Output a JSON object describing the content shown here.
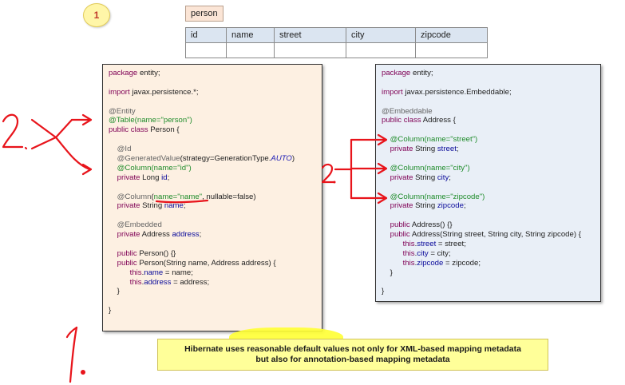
{
  "badge": "1",
  "table_name": "person",
  "table_columns": [
    "id",
    "name",
    "street",
    "city",
    "zipcode"
  ],
  "left_code": [
    [
      {
        "t": "package",
        "c": "kw"
      },
      {
        "t": " entity;"
      }
    ],
    [],
    [
      {
        "t": "import",
        "c": "kw"
      },
      {
        "t": " javax.persistence.*;"
      }
    ],
    [],
    [
      {
        "t": "@Entity",
        "c": "an"
      }
    ],
    [
      {
        "t": "@Table(name=\"person\")",
        "c": "gr"
      }
    ],
    [
      {
        "t": "public class",
        "c": "kw"
      },
      {
        "t": " Person {"
      }
    ],
    [],
    [
      {
        "t": "    @Id",
        "c": "an"
      }
    ],
    [
      {
        "t": "    @GeneratedValue",
        "c": "an"
      },
      {
        "t": "(strategy=GenerationType."
      },
      {
        "t": "AUTO",
        "c": "it"
      },
      {
        "t": ")"
      }
    ],
    [
      {
        "t": "    @Column(name=\"id\")",
        "c": "gr"
      }
    ],
    [
      {
        "t": "    private",
        "c": "kw"
      },
      {
        "t": " Long "
      },
      {
        "t": "id",
        "c": "fd"
      },
      {
        "t": ";"
      }
    ],
    [],
    [
      {
        "t": "    @Column",
        "c": "an"
      },
      {
        "t": "("
      },
      {
        "t": "name=\"name\"",
        "c": "gr"
      },
      {
        "t": ", nullable=false)"
      }
    ],
    [
      {
        "t": "    private",
        "c": "kw"
      },
      {
        "t": " String "
      },
      {
        "t": "name",
        "c": "fd"
      },
      {
        "t": ";"
      }
    ],
    [],
    [
      {
        "t": "    @Embedded",
        "c": "an"
      }
    ],
    [
      {
        "t": "    private",
        "c": "kw"
      },
      {
        "t": " Address "
      },
      {
        "t": "address",
        "c": "fd"
      },
      {
        "t": ";"
      }
    ],
    [],
    [
      {
        "t": "    public",
        "c": "kw"
      },
      {
        "t": " Person() {}"
      }
    ],
    [
      {
        "t": "    public",
        "c": "kw"
      },
      {
        "t": " Person(String name, Address address) {"
      }
    ],
    [
      {
        "t": "          this",
        "c": "kw"
      },
      {
        "t": "."
      },
      {
        "t": "name",
        "c": "fd"
      },
      {
        "t": " = name;"
      }
    ],
    [
      {
        "t": "          this",
        "c": "kw"
      },
      {
        "t": "."
      },
      {
        "t": "address",
        "c": "fd"
      },
      {
        "t": " = address;"
      }
    ],
    [
      {
        "t": "    }"
      }
    ],
    [],
    [
      {
        "t": "}"
      }
    ]
  ],
  "right_code": [
    [
      {
        "t": "package",
        "c": "kw"
      },
      {
        "t": " entity;"
      }
    ],
    [],
    [
      {
        "t": "import",
        "c": "kw"
      },
      {
        "t": " javax.persistence.Embeddable;"
      }
    ],
    [],
    [
      {
        "t": "@Embeddable",
        "c": "an"
      }
    ],
    [
      {
        "t": "public class",
        "c": "kw"
      },
      {
        "t": " Address {"
      }
    ],
    [],
    [
      {
        "t": "    @Column(name=\"street\")",
        "c": "gr"
      }
    ],
    [
      {
        "t": "    private",
        "c": "kw"
      },
      {
        "t": " String "
      },
      {
        "t": "street",
        "c": "fd"
      },
      {
        "t": ";"
      }
    ],
    [],
    [
      {
        "t": "    @Column(name=\"city\")",
        "c": "gr"
      }
    ],
    [
      {
        "t": "    private",
        "c": "kw"
      },
      {
        "t": " String "
      },
      {
        "t": "city",
        "c": "fd"
      },
      {
        "t": ";"
      }
    ],
    [],
    [
      {
        "t": "    @Column(name=\"zipcode\")",
        "c": "gr"
      }
    ],
    [
      {
        "t": "    private",
        "c": "kw"
      },
      {
        "t": " String "
      },
      {
        "t": "zipcode",
        "c": "fd"
      },
      {
        "t": ";"
      }
    ],
    [],
    [
      {
        "t": "    public",
        "c": "kw"
      },
      {
        "t": " Address() {}"
      }
    ],
    [
      {
        "t": "    public",
        "c": "kw"
      },
      {
        "t": " Address(String street, String city, String zipcode) {"
      }
    ],
    [
      {
        "t": "          this",
        "c": "kw"
      },
      {
        "t": "."
      },
      {
        "t": "street",
        "c": "fd"
      },
      {
        "t": " = street;"
      }
    ],
    [
      {
        "t": "          this",
        "c": "kw"
      },
      {
        "t": "."
      },
      {
        "t": "city",
        "c": "fd"
      },
      {
        "t": " = city;"
      }
    ],
    [
      {
        "t": "          this",
        "c": "kw"
      },
      {
        "t": "."
      },
      {
        "t": "zipcode",
        "c": "fd"
      },
      {
        "t": " = zipcode;"
      }
    ],
    [
      {
        "t": "    }"
      }
    ],
    [],
    [
      {
        "t": "}"
      }
    ]
  ],
  "note": {
    "line1": "Hibernate uses reasonable  default values  not only for XML-based  mapping metadata",
    "line2": "but also  for annotation-based  mapping metadata"
  },
  "colors": {
    "ink": "#e8141b",
    "code_left_bg": "#fdf0e2",
    "code_right_bg": "#e9eff7",
    "note_bg": "#ffff99"
  }
}
